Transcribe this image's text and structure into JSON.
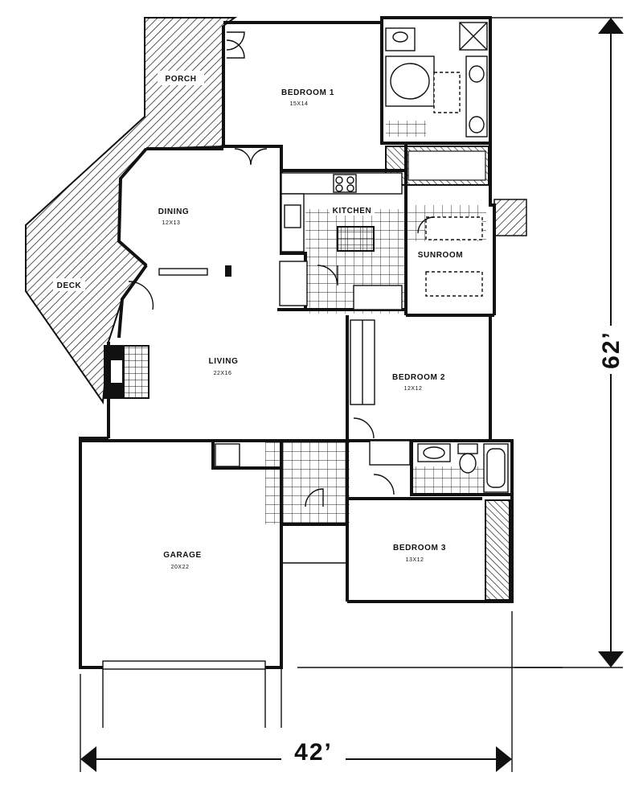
{
  "plan": {
    "rooms": {
      "porch": {
        "name": "PORCH"
      },
      "bedroom1": {
        "name": "BEDROOM 1",
        "size": "15X14"
      },
      "dining": {
        "name": "DINING",
        "size": "12X13"
      },
      "kitchen": {
        "name": "KITCHEN"
      },
      "sunroom": {
        "name": "SUNROOM"
      },
      "deck": {
        "name": "DECK"
      },
      "living": {
        "name": "LIVING",
        "size": "22X16"
      },
      "bedroom2": {
        "name": "BEDROOM 2",
        "size": "12X12"
      },
      "garage": {
        "name": "GARAGE",
        "size": "20X22"
      },
      "bedroom3": {
        "name": "BEDROOM 3",
        "size": "13X12"
      }
    },
    "dimensions": {
      "depth": "62’",
      "width": "42’"
    }
  }
}
